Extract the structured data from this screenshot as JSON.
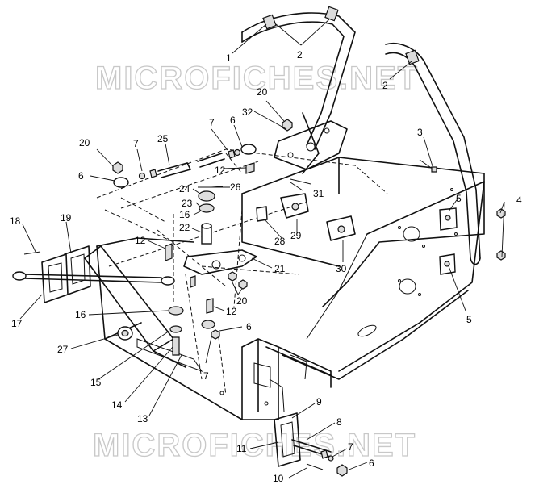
{
  "watermark": {
    "text": "MICROFICHES.NET"
  },
  "callouts": {
    "c1": "1",
    "c2a": "2",
    "c2b": "2",
    "c3": "3",
    "c4": "4",
    "c5a": "5",
    "c5b": "5",
    "c6a": "6",
    "c6b": "6",
    "c6c": "6",
    "c6d": "6",
    "c7a": "7",
    "c7b": "7",
    "c7c": "7",
    "c7d": "7",
    "c8": "8",
    "c9": "9",
    "c10": "10",
    "c11": "11",
    "c12a": "12",
    "c12b": "12",
    "c12c": "12",
    "c13": "13",
    "c14": "14",
    "c15": "15",
    "c16a": "16",
    "c16b": "16",
    "c17": "17",
    "c18": "18",
    "c19": "19",
    "c20a": "20",
    "c20b": "20",
    "c20c": "20",
    "c21": "21",
    "c22": "22",
    "c23": "23",
    "c24": "24",
    "c25": "25",
    "c26": "26",
    "c27": "27",
    "c28": "28",
    "c29": "29",
    "c30": "30",
    "c31": "31",
    "c32": "32"
  }
}
